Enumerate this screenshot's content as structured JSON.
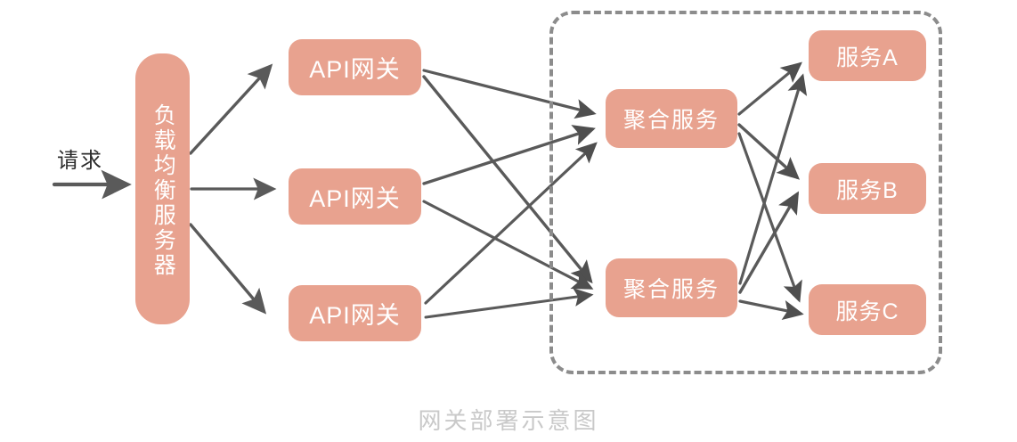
{
  "diagram": {
    "caption": "网关部署示意图",
    "request_label": "请求",
    "colors": {
      "node_fill": "#e8a28f",
      "node_text": "#ffffff",
      "edge": "#5a5a5a",
      "group_border": "#8c8c8c",
      "caption_text": "#c9c9c9",
      "background": "#ffffff"
    },
    "nodes": {
      "load_balancer": {
        "label": "负载均衡服务器",
        "orientation": "vertical"
      },
      "gateways": [
        {
          "label": "API网关"
        },
        {
          "label": "API网关"
        },
        {
          "label": "API网关"
        }
      ],
      "aggregators": [
        {
          "label": "聚合服务"
        },
        {
          "label": "聚合服务"
        }
      ],
      "services": [
        {
          "label": "服务A"
        },
        {
          "label": "服务B"
        },
        {
          "label": "服务C"
        }
      ]
    },
    "group": {
      "style": "dashed",
      "contains": [
        "聚合服务",
        "聚合服务",
        "服务A",
        "服务B",
        "服务C"
      ]
    },
    "edges": [
      {
        "from": "请求",
        "to": "负载均衡服务器"
      },
      {
        "from": "负载均衡服务器",
        "to": "API网关 1"
      },
      {
        "from": "负载均衡服务器",
        "to": "API网关 2"
      },
      {
        "from": "负载均衡服务器",
        "to": "API网关 3"
      },
      {
        "from": "API网关 1",
        "to": "聚合服务 1"
      },
      {
        "from": "API网关 1",
        "to": "聚合服务 2"
      },
      {
        "from": "API网关 2",
        "to": "聚合服务 1"
      },
      {
        "from": "API网关 2",
        "to": "聚合服务 2"
      },
      {
        "from": "API网关 3",
        "to": "聚合服务 1"
      },
      {
        "from": "API网关 3",
        "to": "聚合服务 2"
      },
      {
        "from": "聚合服务 1",
        "to": "服务A"
      },
      {
        "from": "聚合服务 1",
        "to": "服务B"
      },
      {
        "from": "聚合服务 1",
        "to": "服务C"
      },
      {
        "from": "聚合服务 2",
        "to": "服务A"
      },
      {
        "from": "聚合服务 2",
        "to": "服务B"
      },
      {
        "from": "聚合服务 2",
        "to": "服务C"
      }
    ]
  }
}
